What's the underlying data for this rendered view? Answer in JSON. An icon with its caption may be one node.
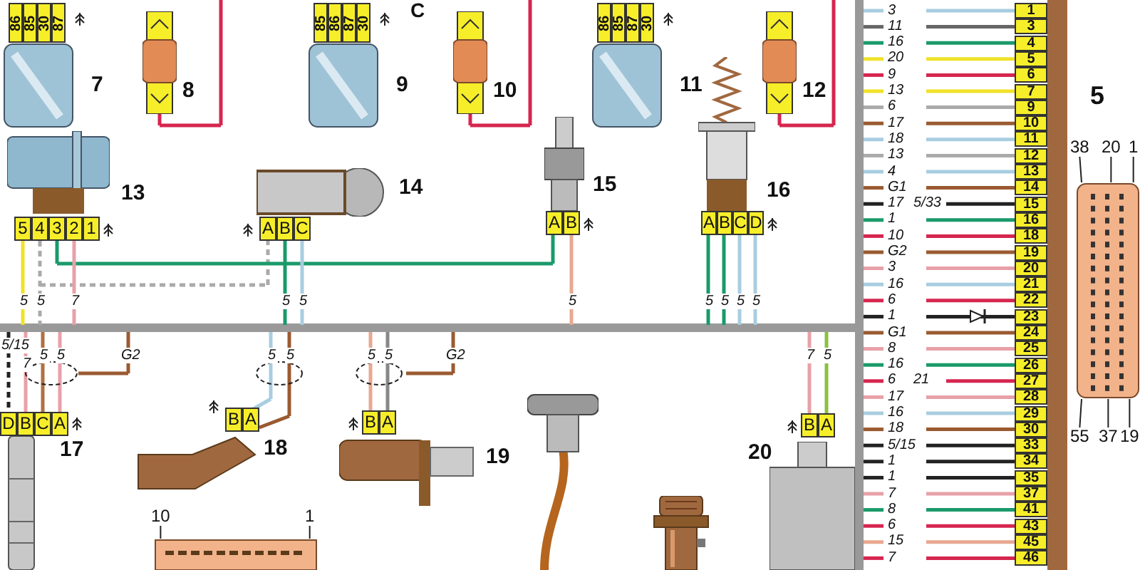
{
  "diagram": {
    "nodes": [
      {
        "text": [
          "7"
        ]
      },
      {
        "text": [
          "8"
        ]
      },
      {
        "text": [
          "9"
        ]
      },
      {
        "text": [
          "10"
        ]
      },
      {
        "text": [
          "11"
        ]
      },
      {
        "text": [
          "12"
        ]
      },
      {
        "text": [
          "13"
        ]
      },
      {
        "text": [
          "14"
        ]
      },
      {
        "text": [
          "15"
        ]
      },
      {
        "text": [
          "16"
        ]
      },
      {
        "text": [],
        "shape": "picture"
      },
      {
        "text": [
          "38"
        ]
      },
      {
        "text": [
          "20"
        ]
      },
      {
        "text": [
          "1"
        ]
      },
      {
        "text": [
          "55"
        ]
      },
      {
        "text": [
          "37"
        ]
      },
      {
        "text": [
          "19"
        ]
      },
      {
        "text": [
          "17"
        ]
      },
      {
        "text": [
          "18"
        ]
      },
      {
        "text": [
          "19"
        ]
      },
      {
        "text": [],
        "shape": "picture"
      },
      {
        "text": [
          "20"
        ]
      },
      {
        "text": [],
        "shape": "picture"
      },
      {
        "text": [],
        "shape": "picture"
      },
      {
        "text": [
          "10"
        ]
      },
      {
        "text": [
          "1"
        ]
      }
    ],
    "edges": [
      {
        "from": 11,
        "to": 10,
        "arrow": "none"
      },
      {
        "from": 12,
        "to": 10,
        "arrow": "none"
      },
      {
        "from": 13,
        "to": 10,
        "arrow": "none"
      },
      {
        "from": 14,
        "to": 10,
        "arrow": "none"
      },
      {
        "from": 15,
        "to": 10,
        "arrow": "none"
      },
      {
        "from": 16,
        "to": 10,
        "arrow": "none"
      },
      {
        "from": 24,
        "to": 23,
        "arrow": "none"
      },
      {
        "from": 25,
        "to": 23,
        "arrow": "none"
      }
    ],
    "labels": [
      "86",
      "85",
      "30",
      "87",
      "85",
      "86",
      "87",
      "30",
      "C",
      "86",
      "85",
      "87",
      "30",
      "5",
      "4",
      "3",
      "2",
      "1",
      "5",
      "5",
      "7",
      "A",
      "B",
      "C",
      "5",
      "5",
      "A",
      "B",
      "5",
      "A",
      "B",
      "C",
      "D",
      "5",
      "5",
      "5",
      "5",
      "5/15",
      "7",
      "5",
      "5",
      "G2",
      "D",
      "B",
      "C",
      "A",
      "5",
      "5",
      "B",
      "A",
      "5",
      "5",
      "G2",
      "B",
      "A",
      "7",
      "5",
      "B",
      "A",
      "3",
      "11",
      "16",
      "20",
      "9",
      "13",
      "6",
      "17",
      "18",
      "13",
      "4",
      "G1",
      "17",
      "5/33",
      "1",
      "10",
      "G2",
      "3",
      "16",
      "6",
      "1",
      "G1",
      "8",
      "16",
      "6",
      "21",
      "17",
      "16",
      "18",
      "5/15",
      "1",
      "1",
      "7",
      "8",
      "6",
      "15",
      "7",
      "1",
      "3",
      "4",
      "5",
      "6",
      "7",
      "9",
      "10",
      "11",
      "12",
      "13",
      "14",
      "15",
      "16",
      "18",
      "19",
      "20",
      "21",
      "22",
      "23",
      "24",
      "25",
      "26",
      "27",
      "28",
      "29",
      "30",
      "33",
      "34",
      "35",
      "37",
      "41",
      "43",
      "45",
      "46",
      "5"
    ]
  }
}
